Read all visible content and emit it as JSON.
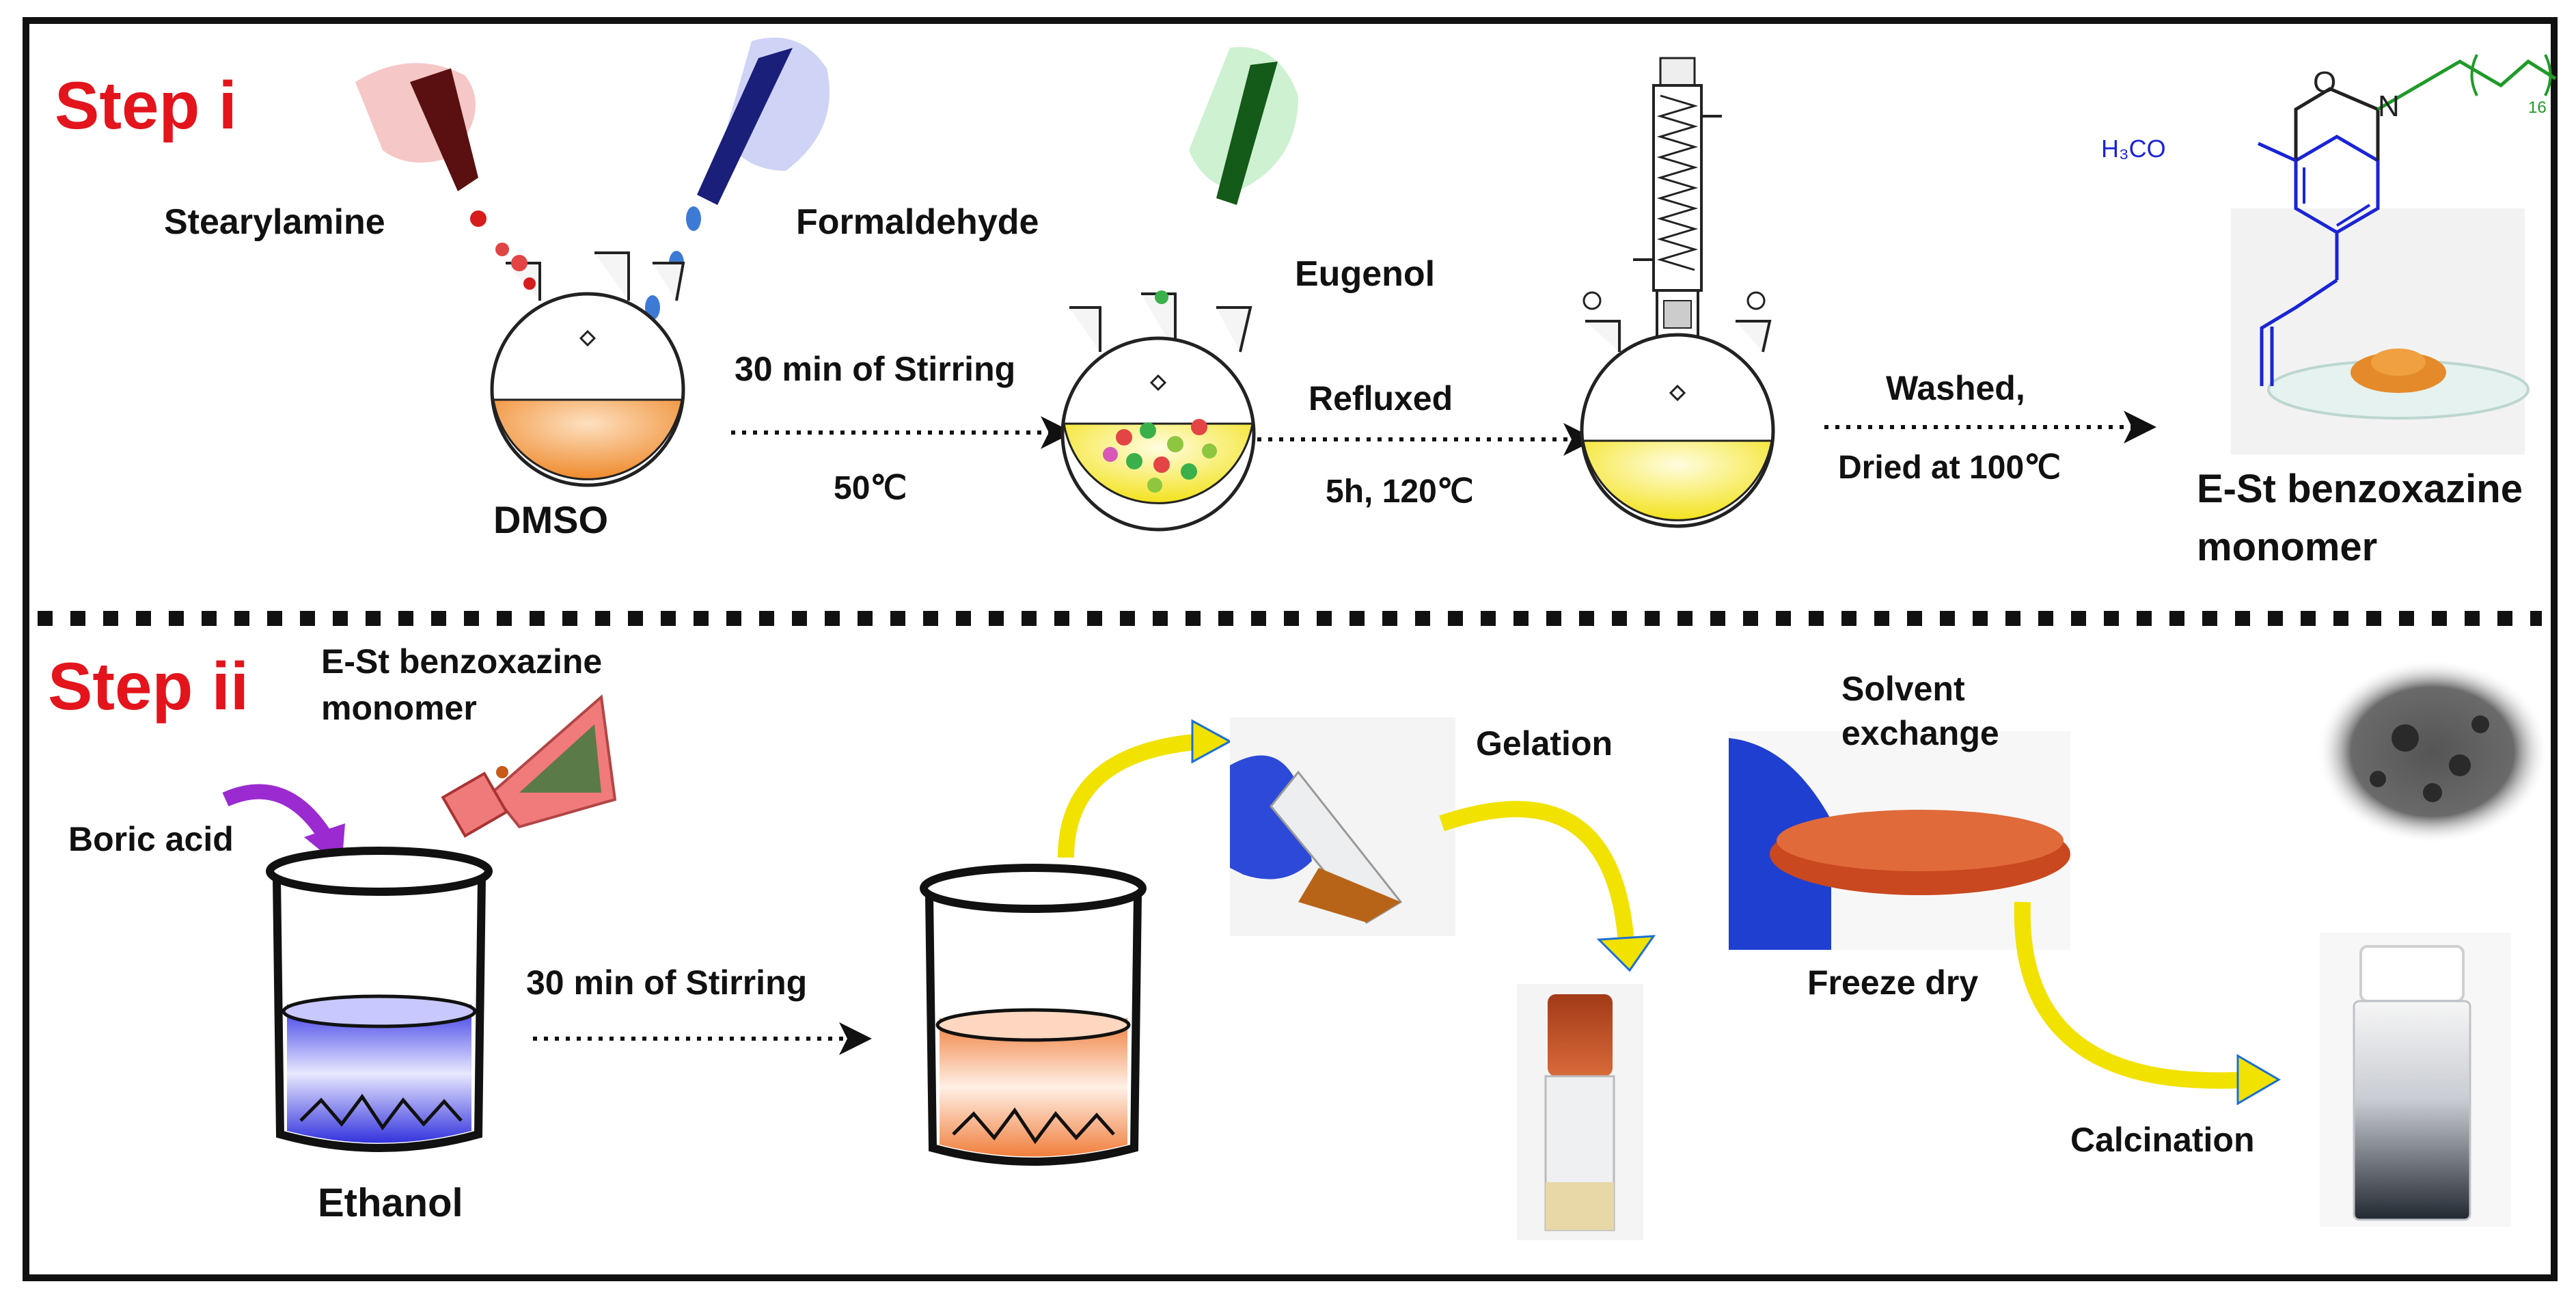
{
  "step1": {
    "title": "Step i",
    "reagents": {
      "amine": "Stearylamine",
      "aldehyde": "Formaldehyde",
      "phenol": "Eugenol"
    },
    "solvent": "DMSO",
    "stirring": "30 min of Stirring",
    "stir_temp": "50℃",
    "reflux": "Refluxed",
    "reflux_cond": "5h, 120℃",
    "wash": "Washed,",
    "dry": "Dried at 100℃",
    "product_line1": "E-St benzoxazine",
    "product_line2": "monomer",
    "structure": {
      "substituent": "H₃CO",
      "n_atom": "N",
      "o_atom": "O",
      "repeat_subscript": "16"
    }
  },
  "step2": {
    "title": "Step ii",
    "monomer_line1": "E-St benzoxazine",
    "monomer_line2": "monomer",
    "boric_acid": "Boric acid",
    "solvent": "Ethanol",
    "stirring": "30 min of Stirring",
    "gelation": "Gelation",
    "solvent_exchange_line1": "Solvent",
    "solvent_exchange_line2": "exchange",
    "freeze_dry": "Freeze dry",
    "calcination": "Calcination"
  },
  "colors": {
    "step_title": "#e3141b",
    "dmso_liquid": "#f39a4a",
    "yellow_liquid": "#f5ee3a",
    "ethanol_liquid": "#2b2bd6",
    "orange_liquid": "#f08a48",
    "curved_arrow": "#f2e200",
    "structure_blue": "#1a24d6",
    "structure_green": "#1f9a28"
  }
}
